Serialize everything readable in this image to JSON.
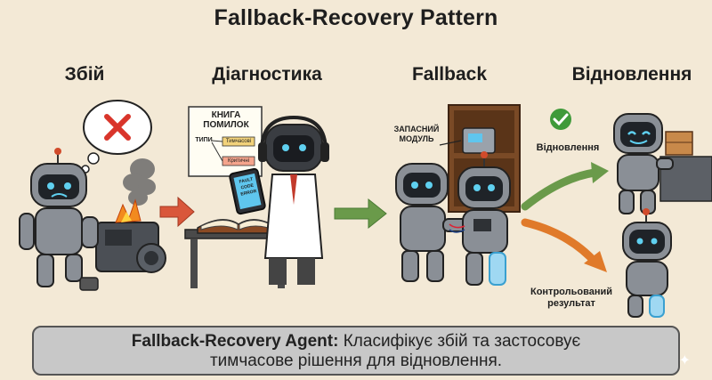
{
  "title": "Fallback-Recovery Pattern",
  "stages": [
    {
      "label": "Збій"
    },
    {
      "label": "Діагностика"
    },
    {
      "label": "Fallback"
    },
    {
      "label": "Відновлення"
    }
  ],
  "book_sign": {
    "line1": "КНИГА",
    "line2": "ПОМИЛОК",
    "types": "ТИПИ",
    "tag1": "Тимчасові",
    "tag2": "Критичні"
  },
  "tablet_text": {
    "l1": "FAULT",
    "l2": "CODE",
    "l3": "ERROR"
  },
  "spare_module_label": {
    "line1": "ЗАПАСНИЙ",
    "line2": "МОДУЛЬ"
  },
  "branch_labels": {
    "recovery": "Відновлення",
    "controlled_line1": "Контрольований",
    "controlled_line2": "результат"
  },
  "caption": {
    "bold": "Fallback-Recovery Agent:",
    "rest": " Класифікує збій та застосовує",
    "line2": "тимчасове рішення для відновлення."
  },
  "colors": {
    "background": "#f3e9d6",
    "arrow_red": "#d9573b",
    "arrow_green": "#6a9a4a",
    "arrow_orange": "#e07a2a",
    "robot_gray": "#8a8f96",
    "eye_blue": "#5fd0f0",
    "caption_bg": "#c8c8c8"
  }
}
